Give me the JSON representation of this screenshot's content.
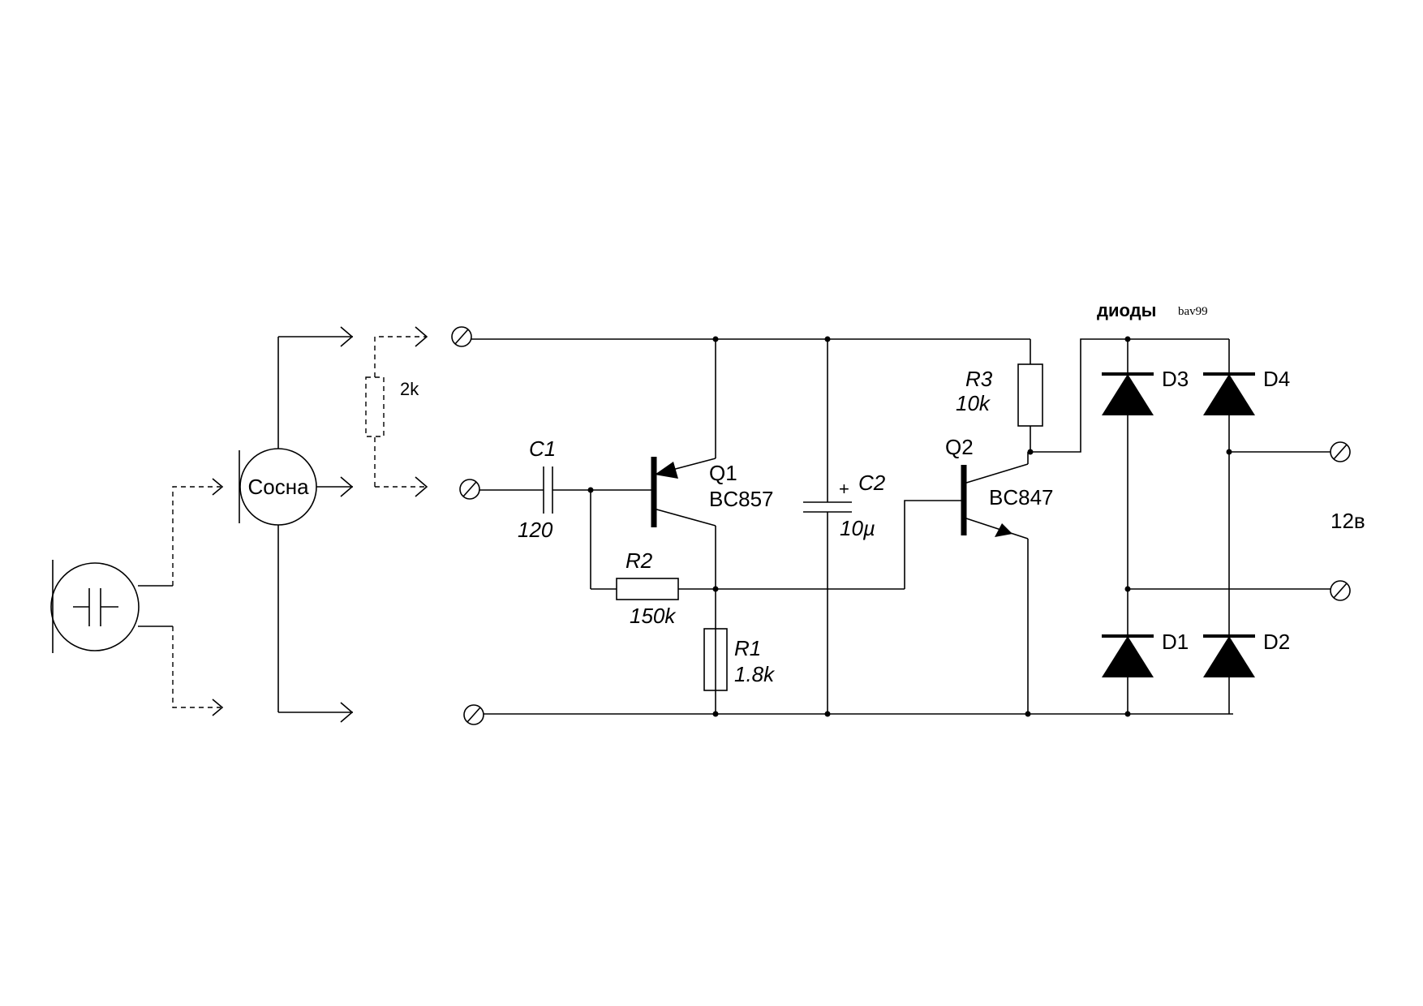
{
  "labels": {
    "diodes_title": "диоды",
    "diodes_part": "bav99",
    "sensor_name": "Сосна",
    "option_resistor": "2k",
    "c1_name": "C1",
    "c1_value": "120",
    "r2_name": "R2",
    "r2_value": "150k",
    "r1_name": "R1",
    "r1_value": "1.8k",
    "q1_name": "Q1",
    "q1_part": "BC857",
    "c2_plus": "+",
    "c2_name": "C2",
    "c2_value": "10µ",
    "q2_name": "Q2",
    "q2_part": "BC847",
    "r3_name": "R3",
    "r3_value": "10k",
    "d1": "D1",
    "d2": "D2",
    "d3": "D3",
    "d4": "D4",
    "supply": "12в"
  }
}
